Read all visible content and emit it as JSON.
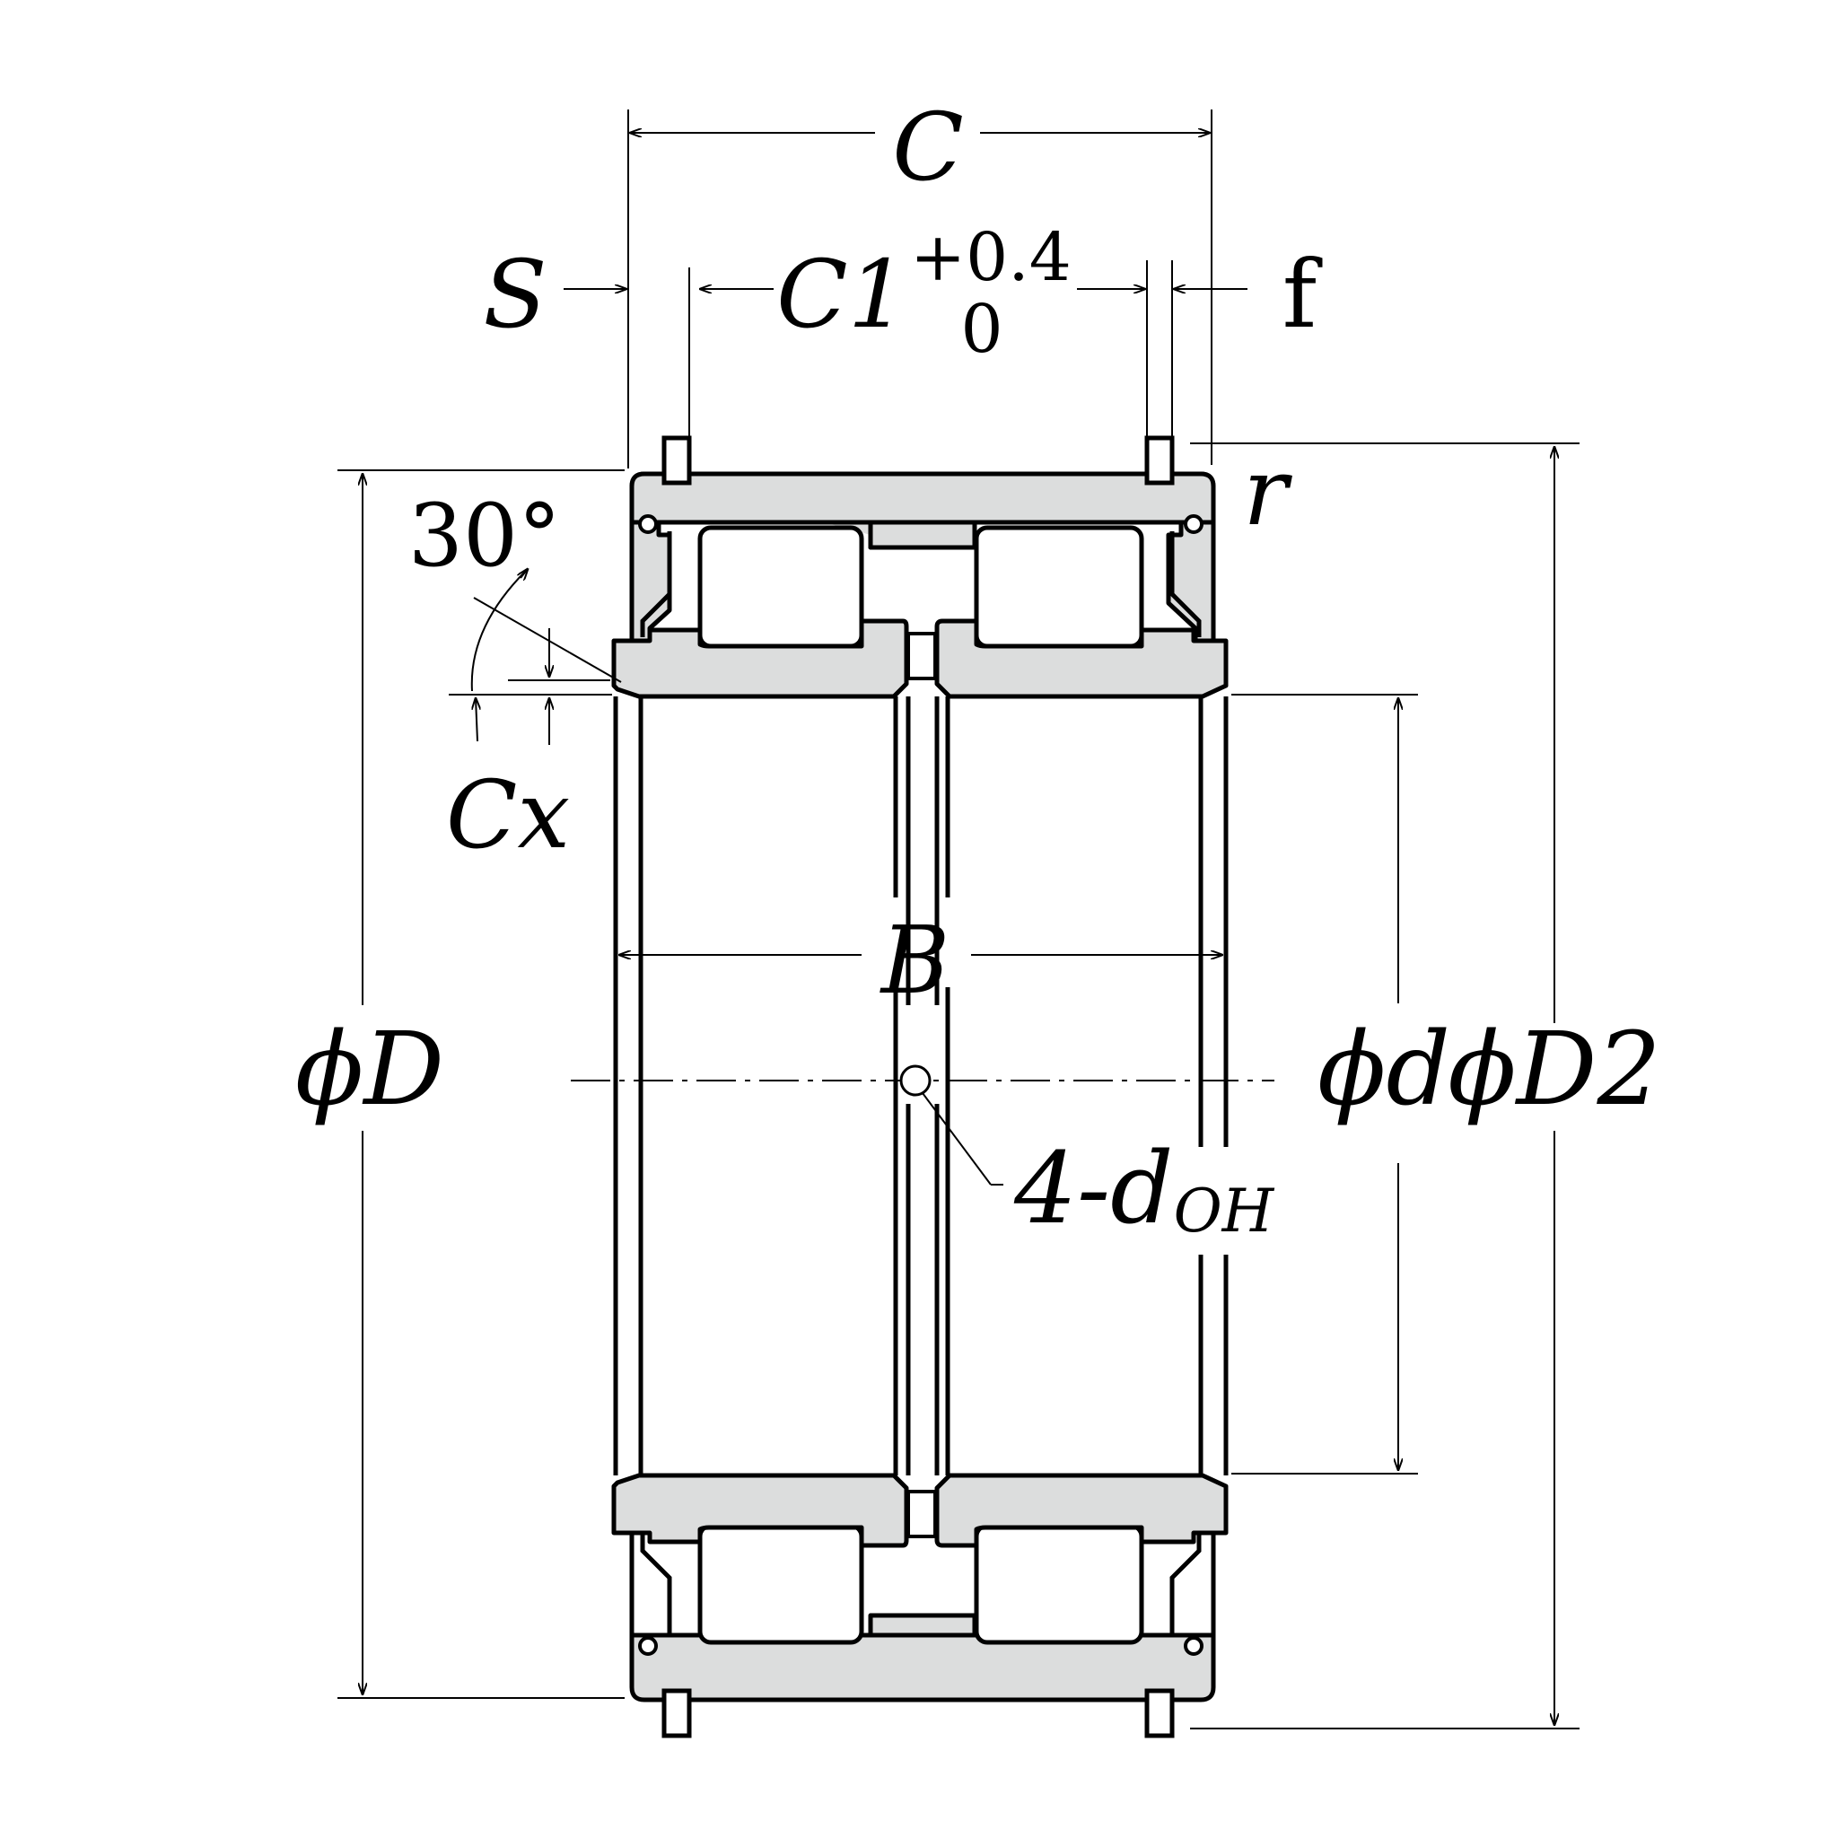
{
  "labels": {
    "C": "C",
    "S": "S",
    "C1": "C1",
    "tol_plus": "+0.4",
    "tol_zero": "0",
    "f": "f",
    "r": "r",
    "angle": "30°",
    "Cx": "Cx",
    "B": "B",
    "phiD": "ϕD",
    "phid": "ϕd",
    "phiD2": "ϕD2",
    "holes": "4-d",
    "holes_sub": "OH"
  }
}
